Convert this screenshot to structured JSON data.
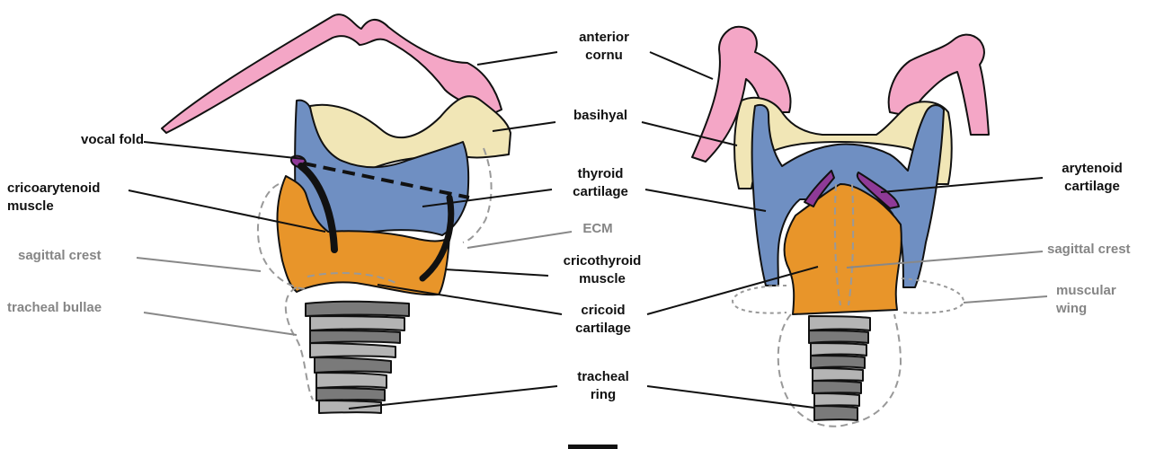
{
  "colors": {
    "hyoid_cornu": "#f4a6c6",
    "basihyal": "#f1e6b6",
    "thyroid": "#6f8fc2",
    "cricoid": "#e8952a",
    "arytenoid": "#8e3a97",
    "trachea_light": "#b4b4b4",
    "trachea_dark": "#7a7a7a",
    "outline": "#111111",
    "grey_label": "#858585"
  },
  "labels": {
    "vocal_fold": "vocal fold",
    "cricoarytenoid_1": "cricoarytenoid",
    "cricoarytenoid_2": "muscle",
    "sagittal_crest_left": "sagittal crest",
    "tracheal_bullae": "tracheal bullae",
    "anterior_cornu_1": "anterior",
    "anterior_cornu_2": "cornu",
    "basihyal": "basihyal",
    "thyroid_1": "thyroid",
    "thyroid_2": "cartilage",
    "ecm": "ECM",
    "cricothyroid_1": "cricothyroid",
    "cricothyroid_2": "muscle",
    "cricoid_1": "cricoid",
    "cricoid_2": "cartilage",
    "tracheal_ring_1": "tracheal",
    "tracheal_ring_2": "ring",
    "arytenoid_1": "arytenoid",
    "arytenoid_2": "cartilage",
    "sagittal_crest_right": "sagittal crest",
    "muscular_wing_1": "muscular",
    "muscular_wing_2": "wing"
  }
}
